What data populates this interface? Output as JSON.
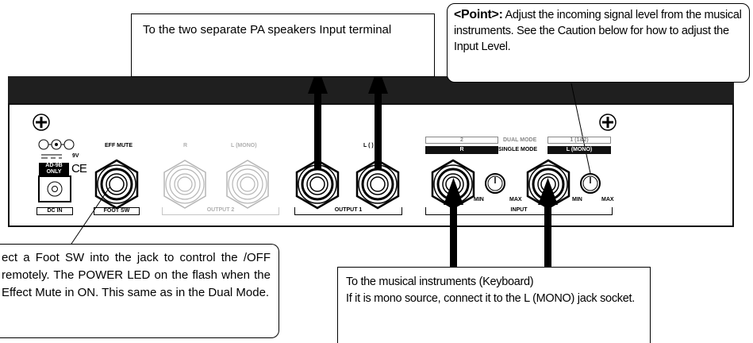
{
  "callouts": {
    "outputs": "To the two separate PA speakers Input terminal",
    "point_title": "<Point>:",
    "point_body": " Adjust the incoming signal level from the musical instruments. See the Caution below for how to adjust the Input Level.",
    "footsw": "ect a Foot SW into the jack to control the /OFF remotely. The POWER LED on the flash when the Effect Mute in ON. This same as in the Dual Mode.",
    "instruments_line1": "To the musical instruments (Keyboard)",
    "instruments_line2": "If it is mono source, connect it to the L (MONO) jack socket."
  },
  "panel": {
    "power_9v": "9V",
    "adapter_line1": "AD-9B",
    "adapter_line2": "ONLY",
    "ce": "CE",
    "dc_in": "DC IN",
    "eff_mute": "EFF MUTE",
    "foot_sw": "FOOT SW",
    "out2_r": "R",
    "out2_l": "L (MONO)",
    "output2": "OUTPUT 2",
    "out1_l": "L (  )",
    "output1": "OUTPUT 1",
    "mode_2": "2",
    "dual_mode": "DUAL MODE",
    "mode_1": "1 (1&2)",
    "single_r": "R",
    "single_mode": "SINGLE MODE",
    "single_l": "L (MONO)",
    "min_1": "MIN",
    "max_1": "MAX",
    "min_2": "MIN",
    "max_2": "MAX",
    "input": "INPUT"
  }
}
